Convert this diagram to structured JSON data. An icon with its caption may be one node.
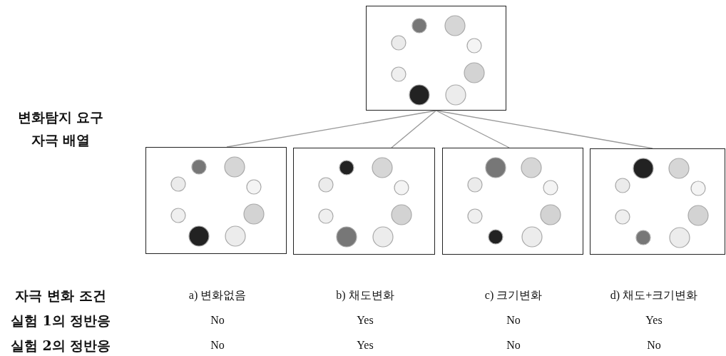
{
  "diagram": {
    "nodes": [
      {
        "text": [],
        "shape": "box"
      },
      {
        "text": [],
        "shape": "box"
      },
      {
        "text": [],
        "shape": "box"
      },
      {
        "text": [],
        "shape": "box"
      },
      {
        "text": [],
        "shape": "box"
      }
    ],
    "edges": [
      {
        "from": 0,
        "to": 1,
        "arrow": "none"
      },
      {
        "from": 0,
        "to": 2,
        "arrow": "none"
      },
      {
        "from": 0,
        "to": 3,
        "arrow": "none"
      },
      {
        "from": 0,
        "to": 4,
        "arrow": "none"
      }
    ],
    "labels": [
      "변화탐지 요구 자극 배열",
      "자극 변화 조건",
      "a) 변화없음",
      "b) 채도변화",
      "c) 크기변화",
      "d) 채도+크기변화",
      "실험 1의 정반응",
      "No",
      "Yes",
      "No",
      "Yes",
      "실험 2의 정반응",
      "No",
      "Yes",
      "No",
      "No"
    ]
  }
}
